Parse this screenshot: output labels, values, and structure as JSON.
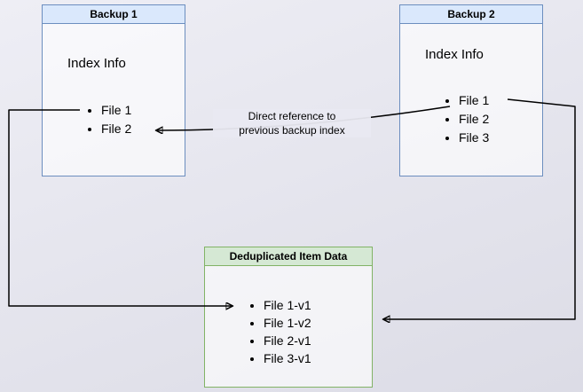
{
  "diagram": {
    "backup1": {
      "title": "Backup 1",
      "index_label": "Index Info",
      "files": [
        "File 1",
        "File 2"
      ]
    },
    "backup2": {
      "title": "Backup 2",
      "index_label": "Index Info",
      "files": [
        "File 1",
        "File 2",
        "File 3"
      ]
    },
    "dedup": {
      "title": "Deduplicated Item Data",
      "items": [
        "File 1-v1",
        "File 1-v2",
        "File 2-v1",
        "File 3-v1"
      ]
    },
    "annotation": {
      "line1": "Direct reference to",
      "line2": "previous backup index"
    },
    "colors": {
      "blue_header": "#dae8fc",
      "blue_border": "#6c8ebf",
      "green_header": "#d5e8d4",
      "green_border": "#82b366",
      "arrow": "#000000"
    }
  }
}
